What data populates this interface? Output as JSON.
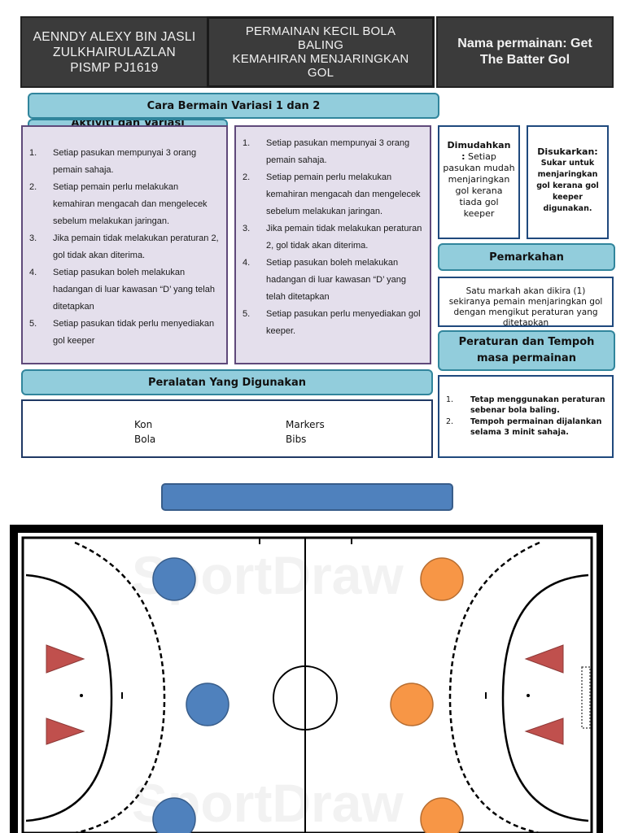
{
  "header": {
    "author": [
      "AENNDY ALEXY BIN JASLI",
      "ZULKHAIRULAZLAN",
      "PISMP PJ1619"
    ],
    "topic": [
      "PERMAINAN KECIL BOLA",
      "BALING",
      "KEMAHIRAN MENJARINGKAN",
      "GOL"
    ],
    "game_name": [
      "Nama permainan: Get",
      "The Batter Gol"
    ]
  },
  "sections": {
    "cara_bermain": "Cara Bermain Variasi 1 dan 2",
    "hidden_header": "Aktiviti dan Variasi",
    "peralatan": "Peralatan Yang Digunakan",
    "pemarkahan": "Pemarkahan",
    "peraturan": [
      "Peraturan dan Tempoh",
      "masa permainan"
    ]
  },
  "variasi1": [
    {
      "num": "1.",
      "text": "Setiap pasukan mempunyai 3 orang pemain sahaja."
    },
    {
      "num": "2.",
      "text": "Setiap pemain perlu melakukan kemahiran mengacah dan mengelecek sebelum melakukan jaringan."
    },
    {
      "num": "3.",
      "text": "Jika pemain tidak melakukan peraturan 2, gol tidak akan diterima."
    },
    {
      "num": "4.",
      "text": "Setiap pasukan boleh melakukan hadangan di luar kawasan “D’ yang telah ditetapkan"
    },
    {
      "num": "5.",
      "text": "Setiap pasukan tidak perlu menyediakan gol keeper"
    }
  ],
  "variasi2": [
    {
      "num": "1.",
      "text": "Setiap pasukan mempunyai 3 orang pemain sahaja."
    },
    {
      "num": "2.",
      "text": "Setiap pemain perlu melakukan kemahiran mengacah dan mengelecek sebelum melakukan jaringan."
    },
    {
      "num": "3.",
      "text": "Jika pemain  tidak melakukan peraturan  2, gol tidak akan diterima."
    },
    {
      "num": "4.",
      "text": "Setiap pasukan boleh melakukan hadangan di luar kawasan “D’ yang telah ditetapkan"
    },
    {
      "num": "5.",
      "text": "Setiap pasukan perlu menyediakan gol keeper."
    }
  ],
  "dimudahkan": {
    "title": "Dimudahkan",
    "colon": ":",
    "text": "Setiap pasukan mudah menjaringkan gol kerana tiada gol keeper"
  },
  "disukarkan": {
    "title": "Disukarkan:",
    "text": "Sukar untuk menjaringkan gol kerana gol keeper",
    "tail": "digunakan."
  },
  "pemarkahan_text": "Satu markah akan dikira (1) sekiranya pemain menjaringkan gol dengan mengikut peraturan yang ditetapkan",
  "peraturan_list": [
    {
      "num": "1.",
      "text": "Tetap menggunakan peraturan sebenar bola baling."
    },
    {
      "num": "2.",
      "text": "Tempoh permainan dijalankan selama 3 minit sahaja."
    }
  ],
  "peralatan_items": {
    "col1": [
      "Kon",
      "Bola"
    ],
    "col2": [
      "Markers",
      "Bibs"
    ]
  },
  "court": {
    "watermark": "SportDraw",
    "colors": {
      "blue_team": "#4f81bd",
      "orange_team": "#f79646",
      "cones": "#c0504d"
    }
  }
}
